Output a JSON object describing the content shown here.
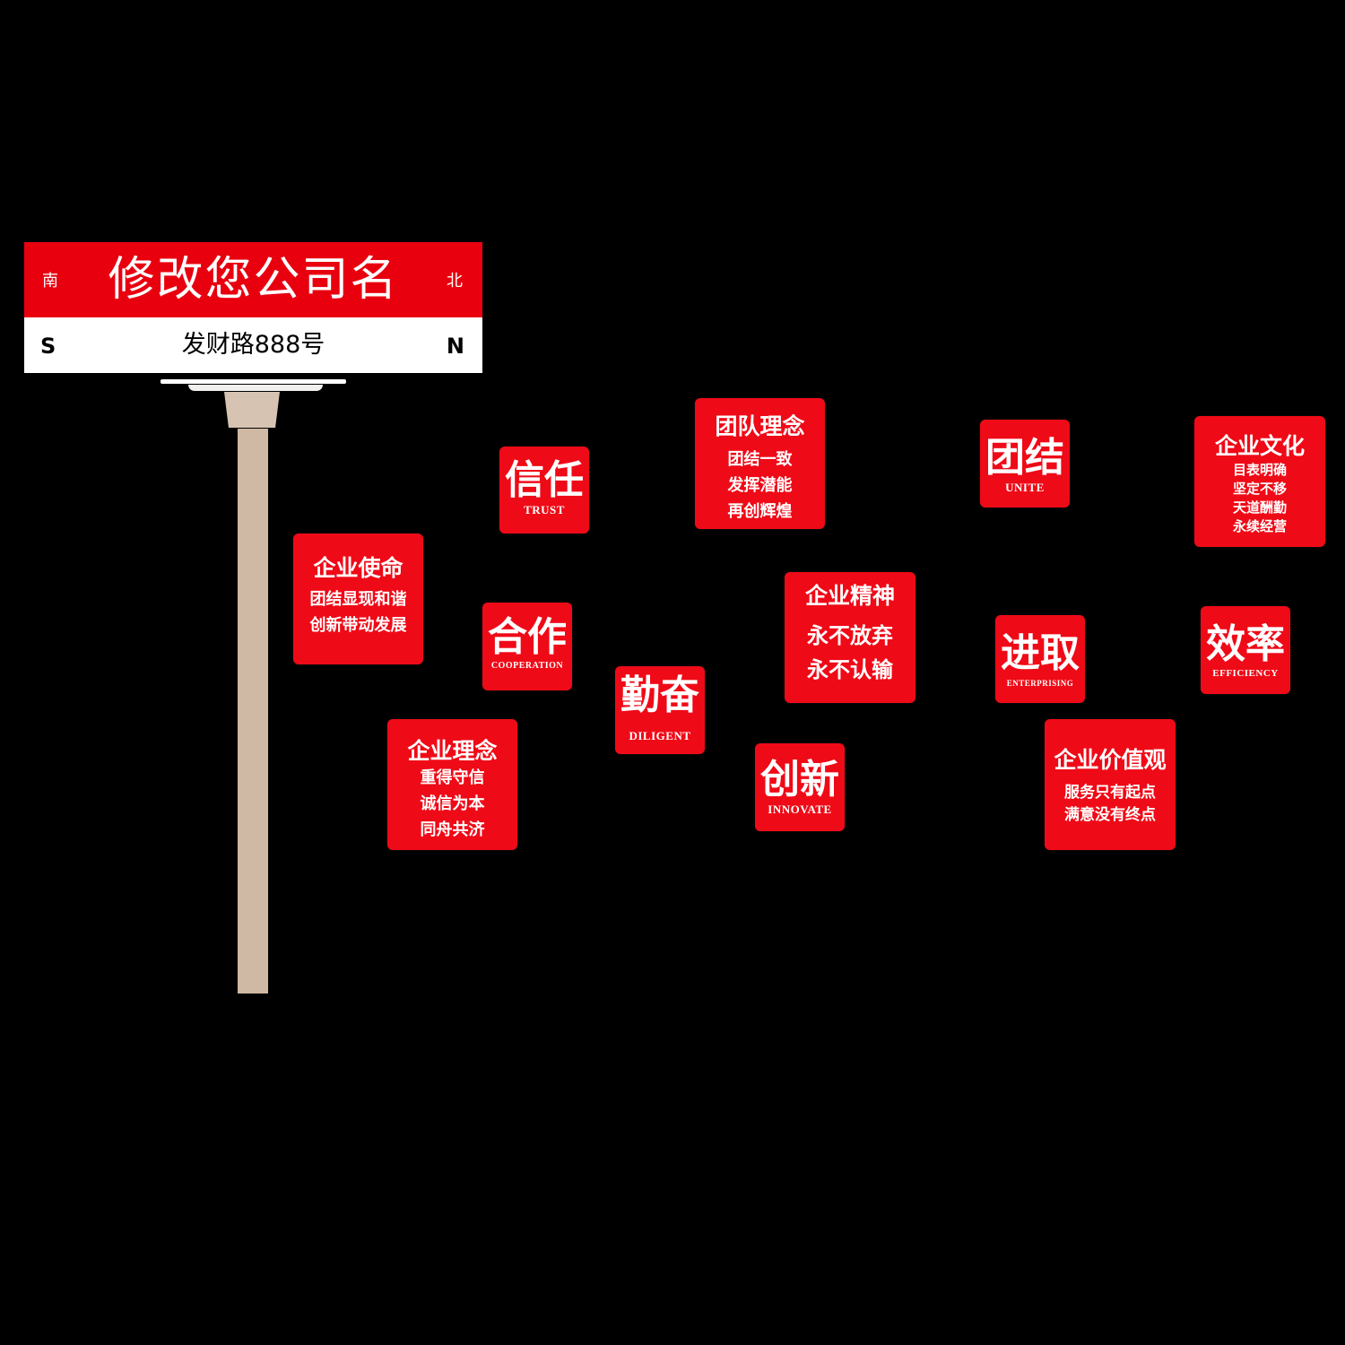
{
  "sign": {
    "title": "修改您公司名",
    "south_cn": "南",
    "north_cn": "北",
    "road": "发财路888号",
    "south_en": "S",
    "north_en": "N",
    "red_color": "#e8000f",
    "pole_color": "#cfb8a4"
  },
  "cards": {
    "trust": {
      "cn": "信任",
      "en": "TRUST"
    },
    "team_concept": {
      "title": "团队理念",
      "lines": [
        "团结一致",
        "发挥潜能",
        "再创辉煌"
      ]
    },
    "unite": {
      "cn": "团结",
      "en": "UNITE"
    },
    "culture": {
      "title": "企业文化",
      "lines": [
        "目表明确",
        "坚定不移",
        "天道酬勤",
        "永续经营"
      ]
    },
    "mission": {
      "title": "企业使命",
      "lines": [
        "团结显现和谐",
        "创新带动发展"
      ]
    },
    "cooperation": {
      "cn": "合作",
      "en": "COOPERATION"
    },
    "spirit": {
      "title": "企业精神",
      "lines": [
        "永不放弃",
        "永不认输"
      ]
    },
    "enterprising": {
      "cn": "进取",
      "en": "ENTERPRISING"
    },
    "efficiency": {
      "cn": "效率",
      "en": "EFFICIENCY"
    },
    "diligent": {
      "cn": "勤奋",
      "en": "DILIGENT"
    },
    "philosophy": {
      "title": "企业理念",
      "lines": [
        "重得守信",
        "诚信为本",
        "同舟共济"
      ]
    },
    "innovate": {
      "cn": "创新",
      "en": "INNOVATE"
    },
    "values": {
      "title": "企业价值观",
      "lines": [
        "服务只有起点",
        "满意没有终点"
      ]
    }
  },
  "card_color": "#ef0a17"
}
